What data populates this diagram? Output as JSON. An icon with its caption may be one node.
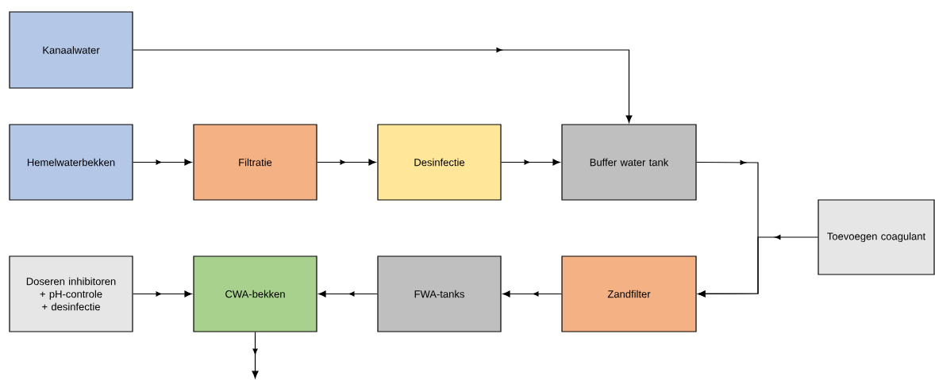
{
  "diagram": {
    "nodes": [
      {
        "text": [
          "Kanaalwater"
        ]
      },
      {
        "text": [
          "Hemelwaterbekken"
        ]
      },
      {
        "text": [
          "Filtratie"
        ]
      },
      {
        "text": [
          "Desinfectie"
        ]
      },
      {
        "text": [
          "Buffer water tank"
        ]
      },
      {
        "text": [
          "Toevoegen coagulant"
        ]
      },
      {
        "text": [
          "Doseren inhibitoren + pH-controle + desinfectie"
        ]
      },
      {
        "text": [
          "CWA-bekken"
        ]
      },
      {
        "text": [
          "FWA-tanks"
        ]
      },
      {
        "text": [
          "Zandfilter"
        ]
      }
    ],
    "edges": [
      {
        "from": 0,
        "to": 4,
        "arrow": "to"
      },
      {
        "from": 1,
        "to": 2,
        "arrow": "to"
      },
      {
        "from": 2,
        "to": 3,
        "arrow": "to"
      },
      {
        "from": 3,
        "to": 4,
        "arrow": "to"
      },
      {
        "from": 4,
        "to": 9,
        "arrow": "to"
      },
      {
        "from": 5,
        "to": 9,
        "arrow": "to"
      },
      {
        "from": 9,
        "to": 8,
        "arrow": "to"
      },
      {
        "from": 8,
        "to": 7,
        "arrow": "to"
      },
      {
        "from": 6,
        "to": 7,
        "arrow": "to"
      },
      {
        "from": 7,
        "to": null,
        "arrow": "to"
      }
    ]
  }
}
